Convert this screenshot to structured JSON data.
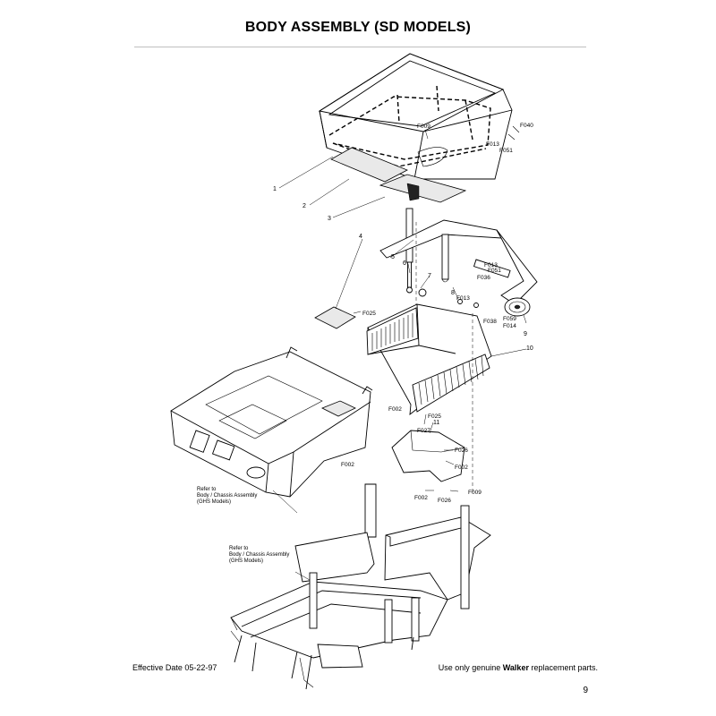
{
  "page": {
    "title": "BODY ASSEMBLY (SD MODELS)",
    "page_number": "9",
    "footer": {
      "effective_date": "Effective Date 05-22-97",
      "tagline_prefix": "Use only genuine ",
      "tagline_brand": "Walker",
      "tagline_suffix": " replacement parts."
    }
  },
  "callouts": {
    "c1": "1",
    "c2": "2",
    "c3": "3",
    "c4": "4",
    "c5": "5",
    "c6": "6",
    "c7": "7",
    "c8": "8",
    "c9": "9",
    "c10": "10",
    "c11": "11",
    "F009a": "F009",
    "F040": "F040",
    "F013a": "F013",
    "F051a": "F051",
    "F013b": "F013",
    "F051b": "F051",
    "F036": "F036",
    "F013c": "F013",
    "F038": "F038",
    "F059": "F059",
    "F014": "F014",
    "F025a": "F025",
    "F002a": "F002",
    "F025b": "F025",
    "F027": "F027",
    "F026a": "F026",
    "F002b": "F002",
    "F002c": "F002",
    "F026b": "F026",
    "F009b": "F009",
    "F002d": "F002"
  },
  "reference_notes": {
    "upper": [
      "Refer to",
      "Body / Chassis Assembly",
      "(GHS Models)"
    ],
    "lower": [
      "Refer to",
      "Body / Chassis Assembly",
      "(GHS Models)"
    ]
  }
}
